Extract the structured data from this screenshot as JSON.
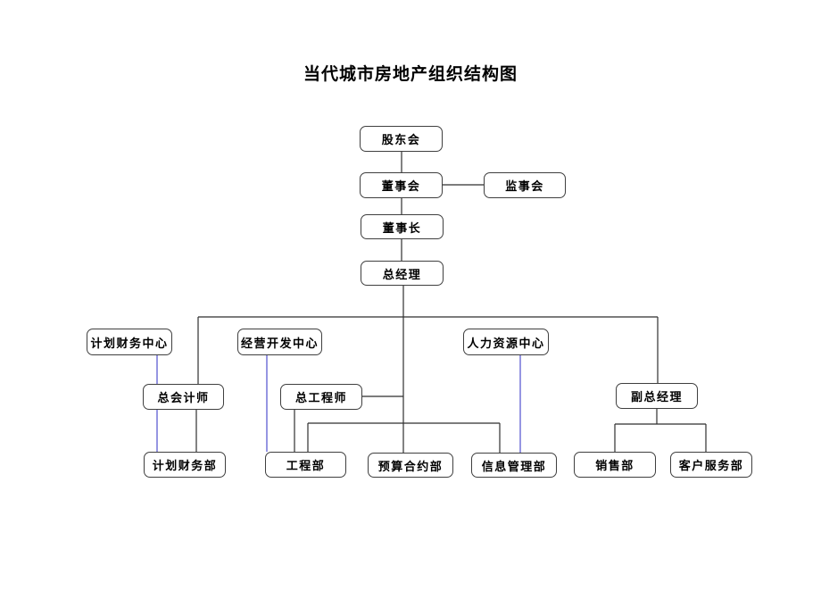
{
  "title": "当代城市房地产组织结构图",
  "colors": {
    "background": "#ffffff",
    "hierarchy_line": "#2f2f2f",
    "functional_line": "#5050cf",
    "box_border": "#3f3f3f",
    "box_fill": "#ffffff",
    "text": "#000000"
  },
  "diagram": {
    "type": "org-chart",
    "nodes": {
      "shareholders": {
        "label": "股东会"
      },
      "board": {
        "label": "董事会"
      },
      "supervisory": {
        "label": "监事会"
      },
      "chairman": {
        "label": "董事长"
      },
      "gm": {
        "label": "总经理"
      },
      "finance_center": {
        "label": "计划财务中心"
      },
      "dev_center": {
        "label": "经营开发中心"
      },
      "hr_center": {
        "label": "人力资源中心"
      },
      "chief_accountant": {
        "label": "总会计师"
      },
      "chief_engineer": {
        "label": "总工程师"
      },
      "deputy_gm": {
        "label": "副总经理"
      },
      "finance_dept": {
        "label": "计划财务部"
      },
      "engineering_dept": {
        "label": "工程部"
      },
      "budget_dept": {
        "label": "预算合约部"
      },
      "info_dept": {
        "label": "信息管理部"
      },
      "sales_dept": {
        "label": "销售部"
      },
      "service_dept": {
        "label": "客户服务部"
      }
    },
    "edges": [
      {
        "from": "shareholders",
        "to": "board",
        "type": "hierarchy"
      },
      {
        "from": "board",
        "to": "supervisory",
        "type": "lateral"
      },
      {
        "from": "board",
        "to": "chairman",
        "type": "hierarchy"
      },
      {
        "from": "chairman",
        "to": "gm",
        "type": "hierarchy"
      },
      {
        "from": "gm",
        "to": "chief_accountant",
        "type": "hierarchy"
      },
      {
        "from": "gm",
        "to": "chief_engineer",
        "type": "hierarchy"
      },
      {
        "from": "gm",
        "to": "deputy_gm",
        "type": "hierarchy"
      },
      {
        "from": "gm",
        "to": "budget_dept",
        "type": "hierarchy"
      },
      {
        "from": "gm",
        "to": "engineering_dept",
        "type": "hierarchy"
      },
      {
        "from": "gm",
        "to": "info_dept",
        "type": "hierarchy"
      },
      {
        "from": "chief_accountant",
        "to": "finance_dept",
        "type": "hierarchy"
      },
      {
        "from": "chief_engineer",
        "to": "engineering_dept",
        "type": "hierarchy"
      },
      {
        "from": "deputy_gm",
        "to": "sales_dept",
        "type": "hierarchy"
      },
      {
        "from": "deputy_gm",
        "to": "service_dept",
        "type": "hierarchy"
      },
      {
        "from": "finance_center",
        "to": "finance_dept",
        "type": "functional"
      },
      {
        "from": "dev_center",
        "to": "engineering_dept",
        "type": "functional"
      },
      {
        "from": "hr_center",
        "to": "info_dept",
        "type": "functional"
      }
    ]
  }
}
